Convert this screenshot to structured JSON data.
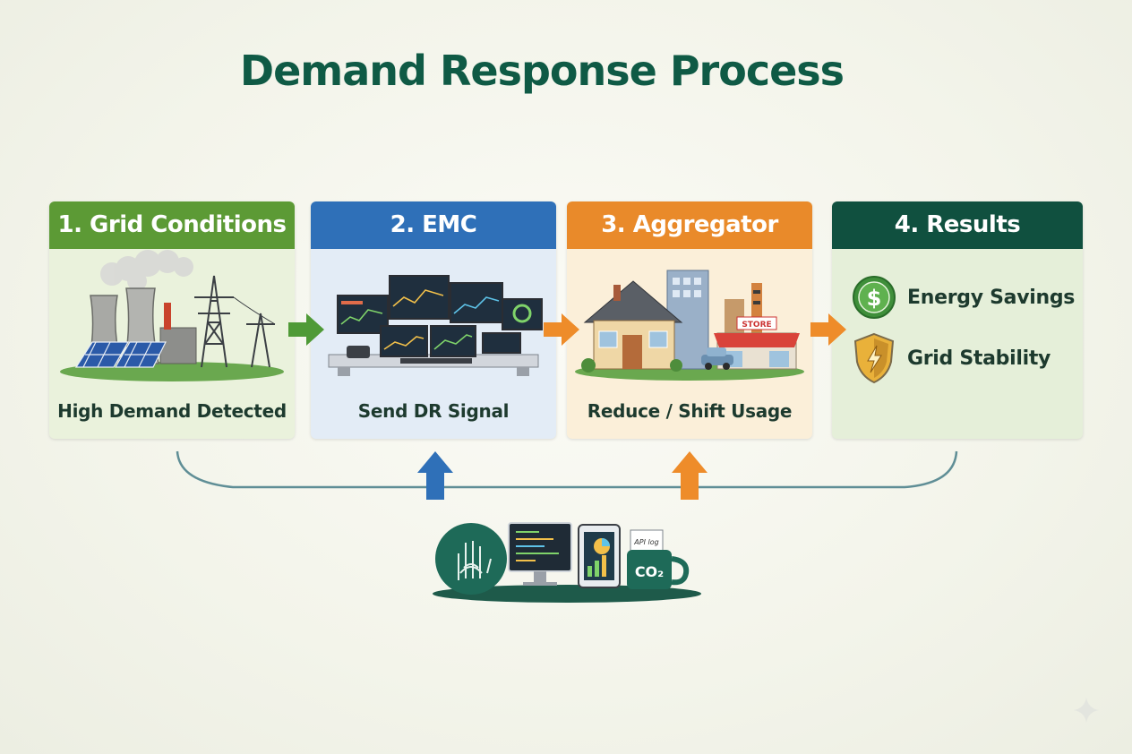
{
  "title": "Demand Response Process",
  "steps": [
    {
      "header": "1. Grid Conditions",
      "caption": "High Demand Detected",
      "color": "#5c9a35",
      "bg": "#eaf2dc"
    },
    {
      "header": "2. EMC",
      "caption": "Send DR Signal",
      "color": "#2f70b8",
      "bg": "#e3ecf6"
    },
    {
      "header": "3. Aggregator",
      "caption": "Reduce / Shift Usage",
      "color": "#e98a2a",
      "bg": "#fbefd9"
    },
    {
      "header": "4. Results",
      "caption": "",
      "color": "#10503f",
      "bg": "#e5efd9"
    }
  ],
  "results": [
    {
      "label": "Energy Savings",
      "icon": "dollar-coin-icon"
    },
    {
      "label": "Grid Stability",
      "icon": "shield-bolt-icon"
    }
  ],
  "illustration_text": {
    "store_sign": "STORE",
    "mug_label": "CO₂",
    "note_label": "API log"
  },
  "colors": {
    "title": "#0f5a45",
    "connector": "#5f8e96",
    "arrow_green": "#4f9a37",
    "arrow_blue": "#2f70b8",
    "arrow_orange": "#ee8c2a"
  }
}
